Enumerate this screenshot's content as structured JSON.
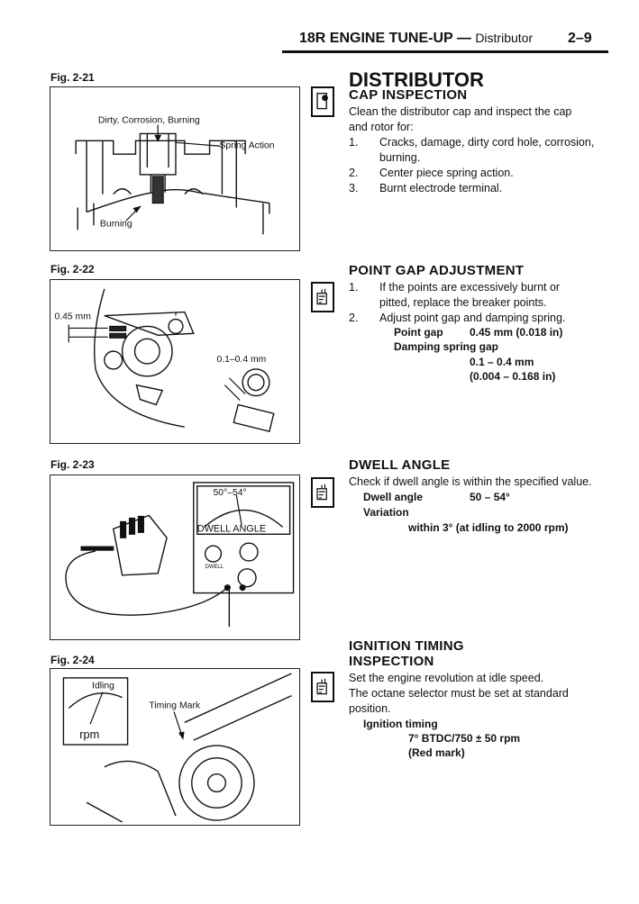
{
  "header": {
    "title": "18R ENGINE TUNE-UP",
    "dash": "—",
    "section": "Distributor",
    "page": "2–9"
  },
  "figures": {
    "f21": {
      "label": "Fig. 2-21",
      "callouts": [
        "Dirty, Corrosion, Burning",
        "Spring Action",
        "Burning"
      ]
    },
    "f22": {
      "label": "Fig. 2-22",
      "callouts": [
        "0.45 mm",
        "0.1–0.4 mm"
      ]
    },
    "f23": {
      "label": "Fig. 2-23",
      "scale": "50°–54°",
      "meter": "DWELL ANGLE",
      "dial": "DWELL"
    },
    "f24": {
      "label": "Fig. 2-24",
      "gauge_top": "Idling",
      "gauge_bottom": "rpm",
      "callout": "Timing Mark"
    }
  },
  "distributor": {
    "title": "DISTRIBUTOR",
    "cap": {
      "heading": "CAP INSPECTION",
      "intro1": "Clean the distributor cap and inspect the cap",
      "intro2": "and rotor for:",
      "items": [
        {
          "num": "1.",
          "line1": "Cracks, damage, dirty cord hole, corrosion,",
          "line2": "burning."
        },
        {
          "num": "2.",
          "line1": "Center piece spring action."
        },
        {
          "num": "3.",
          "line1": "Burnt electrode terminal."
        }
      ]
    },
    "point_gap": {
      "heading": "POINT GAP ADJUSTMENT",
      "items": [
        {
          "num": "1.",
          "line1": "If the points are excessively burnt or",
          "line2": "pitted, replace the breaker points."
        },
        {
          "num": "2.",
          "line1": "Adjust point gap and damping spring."
        }
      ],
      "spec1_label": "Point gap",
      "spec1_value": "0.45 mm (0.018 in)",
      "spec2_label": "Damping spring gap",
      "spec2_value1": "0.1 – 0.4 mm",
      "spec2_value2": "(0.004 – 0.168 in)"
    },
    "dwell": {
      "heading": "DWELL ANGLE",
      "intro": "Check if dwell angle is within the specified value.",
      "spec1_label": "Dwell angle",
      "spec1_value": "50 – 54°",
      "spec2_label": "Variation",
      "spec2_value": "within 3° (at idling to 2000 rpm)"
    },
    "timing": {
      "heading1": "IGNITION TIMING",
      "heading2": "INSPECTION",
      "line1": "Set the engine revolution at idle speed.",
      "line2": "The octane selector must be set at standard",
      "line3": "position.",
      "spec_label": "Ignition timing",
      "spec_value": "7° BTDC/750 ± 50 rpm",
      "spec_note": "(Red mark)"
    }
  }
}
